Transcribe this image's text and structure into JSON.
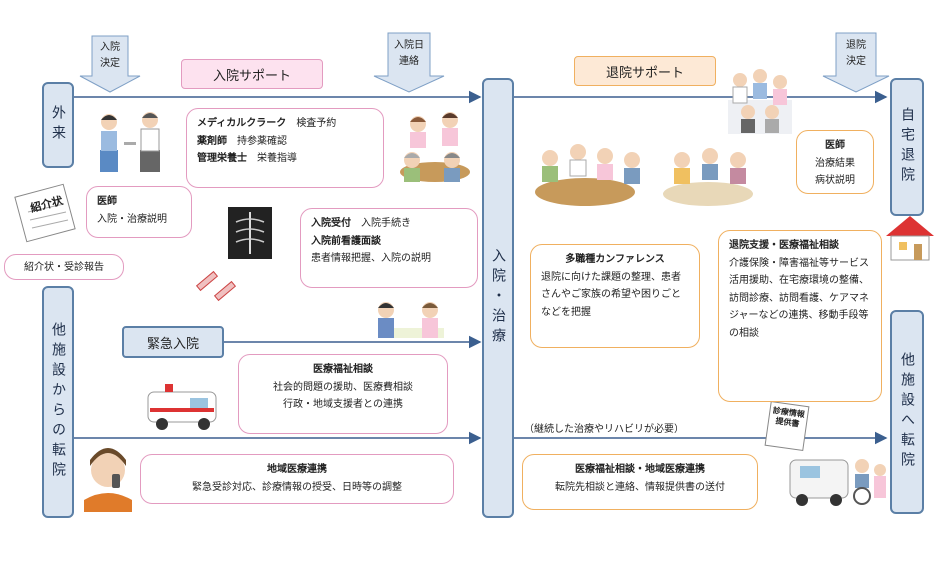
{
  "flow_labels": {
    "admission_decision": "入院\n決定",
    "admission_date_notice": "入院日\n連絡",
    "discharge_decision": "退院\n決定"
  },
  "phase_tags": {
    "admission_support": "入院サポート",
    "discharge_support": "退院サポート"
  },
  "lanes": {
    "outpatient": "外来",
    "transfer_in": "他施設からの転院",
    "hospital_treatment": "入院・治療",
    "home_discharge": "自宅退院",
    "transfer_out": "他施設へ転院"
  },
  "bubbles": {
    "doctor_outpatient": {
      "title": "医師",
      "line": "入院・治療説明"
    },
    "clerk": {
      "rows": [
        {
          "role": "メディカルクラーク",
          "task": "検査予約"
        },
        {
          "role": "薬剤師",
          "task": "持参薬確認"
        },
        {
          "role": "管理栄養士",
          "task": "栄養指導"
        }
      ]
    },
    "admission_reception": {
      "title1": "入院受付",
      "task1": "入院手続き",
      "title2": "入院前看護面談",
      "line": "患者情報把握、入院の説明"
    },
    "referral": "紹介状・受診報告",
    "emergency": "緊急入院",
    "welfare_consult": {
      "title": "医療福祉相談",
      "line1": "社会的問題の援助、医療費相談",
      "line2": "行政・地域支援者との連携"
    },
    "regional_link": {
      "title": "地域医療連携",
      "line": "緊急受診対応、診療情報の授受、日時等の調整"
    },
    "conference": {
      "title": "多職種カンファレンス",
      "line": "退院に向けた課題の整理、患者さんやご家族の希望や困りごとなどを把握"
    },
    "doctor_discharge": {
      "title": "医師",
      "line1": "治療結果",
      "line2": "病状説明"
    },
    "discharge_support": {
      "title": "退院支援・医療福祉相談",
      "line": "介護保険・障害福祉等サービス活用援助、在宅療環境の整備、訪問診療、訪問看護、ケアマネジャーなどの連携、移動手段等の相談"
    },
    "continuing_care": "（継続した治療やリハビリが必要）",
    "transfer_link": {
      "title": "医療福祉相談・地域医療連携",
      "line": "転院先相談と連絡、情報提供書の送付"
    }
  },
  "illustration_text": {
    "referral_doc": "紹介状",
    "info_doc": "診療情報提供書"
  },
  "colors": {
    "blue_border": "#5b7fa6",
    "blue_fill": "#dbe5f1",
    "pink_border": "#e39bc0",
    "orange_border": "#f0b060",
    "arrow": "#3b5f8f"
  }
}
